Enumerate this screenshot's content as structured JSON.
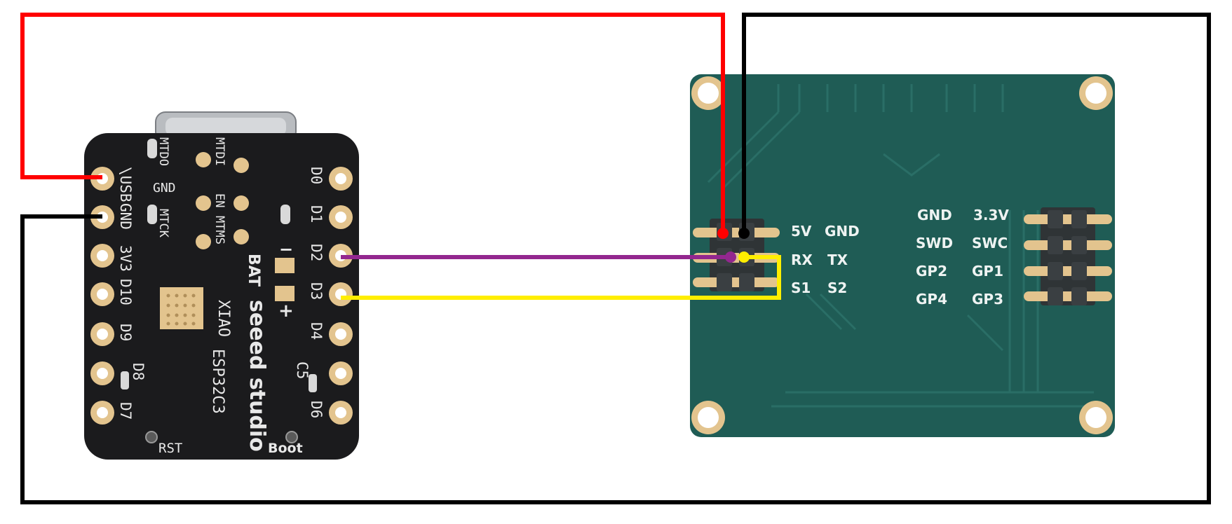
{
  "xiao": {
    "left_pins": [
      "\\USB",
      "GND",
      "3V3",
      "D10",
      "D9",
      "D8",
      "D7"
    ],
    "right_pins": [
      "D0",
      "D1",
      "D2",
      "D3",
      "D4",
      "C5",
      "D6"
    ],
    "top_labels": [
      "MTDO",
      "MTDI",
      "GND",
      "EN",
      "MTMS",
      "MTCK"
    ],
    "bat_label": "BAT",
    "bat_minus": "−",
    "bat_plus": "+",
    "brand": "seeed studio",
    "model_1": "XIAO",
    "model_2": "ESP32C3",
    "rst_label": "RST",
    "boot_label": "Boot"
  },
  "module": {
    "header_labels": {
      "v5": "5V",
      "gnd": "GND",
      "rx": "RX",
      "tx": "TX",
      "s1": "S1",
      "s2": "S2"
    },
    "swd_labels": {
      "gnd": "GND",
      "v33": "3.3V",
      "swd": "SWD",
      "swc": "SWC",
      "gp2": "GP2",
      "gp1": "GP1",
      "gp4": "GP4",
      "gp3": "GP3"
    }
  },
  "colors": {
    "wire_5v": "#ff0000",
    "wire_gnd": "#000000",
    "wire_d2_rx": "#93278f",
    "wire_d3_tx": "#ffee00",
    "xiao_board": "#1b1b1d",
    "module_board": "#1f5c55",
    "pad_gold": "#e3c48e"
  }
}
